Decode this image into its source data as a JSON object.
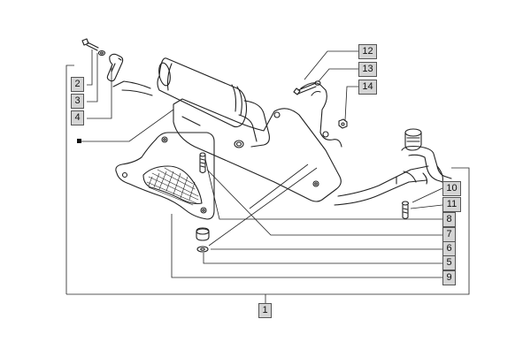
{
  "diagram": {
    "type": "exploded-parts-diagram",
    "subject": "exhaust system (muffler, manifold, heat shield, mounting hardware)",
    "callouts": {
      "c1": "1",
      "c2": "2",
      "c3": "3",
      "c4": "4",
      "c5": "5",
      "c6": "6",
      "c7": "7",
      "c8": "8",
      "c9": "9",
      "c10": "10",
      "c11": "11",
      "c12": "12",
      "c13": "13",
      "c14": "14"
    },
    "colors": {
      "line": "#222222",
      "callout_fill": "#d4d4d4",
      "callout_border": "#555555",
      "background": "#ffffff"
    }
  }
}
